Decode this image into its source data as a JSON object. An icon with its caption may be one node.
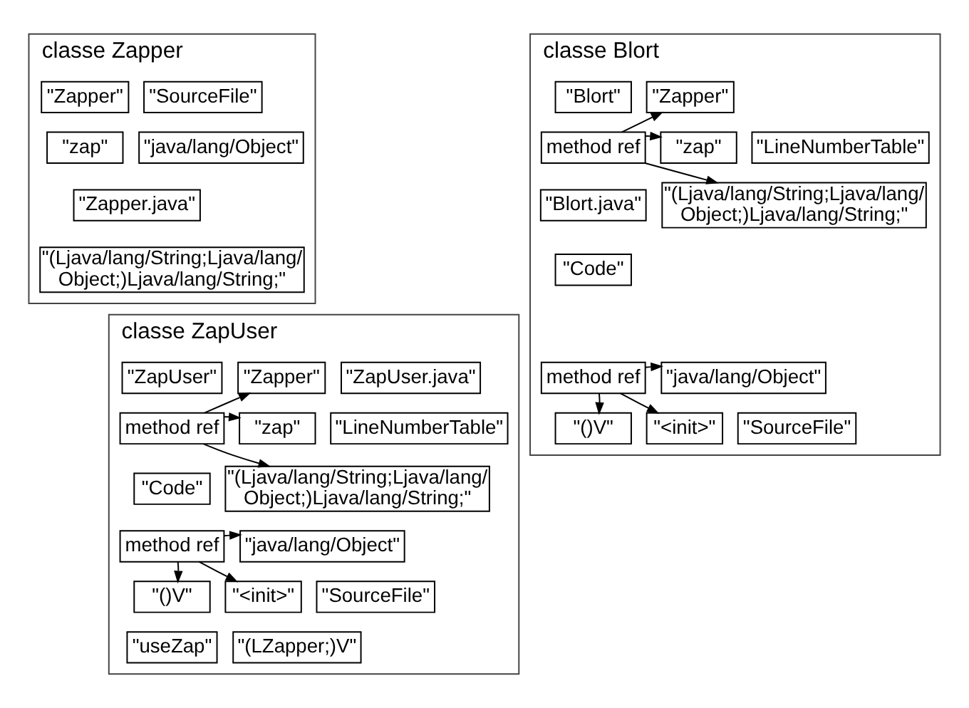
{
  "diagram": {
    "nodes": [
      {
        "text": [
          "classe Zapper"
        ]
      },
      {
        "text": [
          "\"Zapper\""
        ],
        "in": 0
      },
      {
        "text": [
          "\"SourceFile\""
        ],
        "in": 0
      },
      {
        "text": [
          "\"zap\""
        ],
        "in": 0
      },
      {
        "text": [
          "\"java/lang/Object\""
        ],
        "in": 0
      },
      {
        "text": [
          "\"Zapper.java\""
        ],
        "in": 0
      },
      {
        "text": [
          "\"(Ljava/lang/String;Ljava/lang/ Object;)Ljava/lang/String;\""
        ],
        "in": 0
      },
      {
        "text": [
          "classe Blort"
        ]
      },
      {
        "text": [
          "\"Blort\""
        ],
        "in": 7
      },
      {
        "text": [
          "\"Zapper\""
        ],
        "in": 7
      },
      {
        "text": [
          "method ref"
        ],
        "in": 7
      },
      {
        "text": [
          "\"zap\""
        ],
        "in": 7
      },
      {
        "text": [
          "\"LineNumberTable\""
        ],
        "in": 7
      },
      {
        "text": [
          "\"Blort.java\""
        ],
        "in": 7
      },
      {
        "text": [
          "\"(Ljava/lang/String;Ljava/lang/ Object;)Ljava/lang/String;\""
        ],
        "in": 7
      },
      {
        "text": [
          "\"Code\""
        ],
        "in": 7
      },
      {
        "text": [
          "method ref"
        ],
        "in": 7
      },
      {
        "text": [
          "\"java/lang/Object\""
        ],
        "in": 7
      },
      {
        "text": [
          "\"<init>\""
        ],
        "in": 7
      },
      {
        "text": [
          "\"SourceFile\""
        ],
        "in": 7
      },
      {
        "text": [
          "\"()V\""
        ],
        "in": 7
      },
      {
        "text": [
          "classe ZapUser"
        ]
      },
      {
        "text": [
          "\"ZapUser\""
        ],
        "in": 21
      },
      {
        "text": [
          "\"Zapper\""
        ],
        "in": 21
      },
      {
        "text": [
          "\"ZapUser.java\""
        ],
        "in": 21
      },
      {
        "text": [
          "method ref"
        ],
        "in": 21
      },
      {
        "text": [
          "\"zap\""
        ],
        "in": 21
      },
      {
        "text": [
          "\"LineNumberTable\""
        ],
        "in": 21
      },
      {
        "text": [
          "\"(Ljava/lang/String;Ljava/lang/ Object;)Ljava/lang/String;\""
        ],
        "in": 21
      },
      {
        "text": [
          "\"Code\""
        ],
        "in": 21
      },
      {
        "text": [
          "method ref"
        ],
        "in": 21
      },
      {
        "text": [
          "\"java/lang/Object\""
        ],
        "in": 21
      },
      {
        "text": [
          "\"<init>\""
        ],
        "in": 21
      },
      {
        "text": [
          "\"SourceFile\""
        ],
        "in": 21
      },
      {
        "text": [
          "\"()V\""
        ],
        "in": 21
      },
      {
        "text": [
          "\"useZap\""
        ],
        "in": 21
      },
      {
        "text": [
          "\"(LZapper;)V\""
        ],
        "in": 21
      }
    ],
    "edges": [
      {
        "from": 10,
        "to": 9,
        "arrow": "to"
      },
      {
        "from": 10,
        "to": 11,
        "arrow": "to"
      },
      {
        "from": 10,
        "to": 14,
        "arrow": "to"
      },
      {
        "from": 16,
        "to": 17,
        "arrow": "to"
      },
      {
        "from": 16,
        "to": 18,
        "arrow": "to"
      },
      {
        "from": 16,
        "to": 20,
        "arrow": "to"
      },
      {
        "from": 25,
        "to": 23,
        "arrow": "to"
      },
      {
        "from": 25,
        "to": 26,
        "arrow": "to"
      },
      {
        "from": 25,
        "to": 28,
        "arrow": "to"
      },
      {
        "from": 30,
        "to": 31,
        "arrow": "to"
      },
      {
        "from": 30,
        "to": 32,
        "arrow": "to"
      },
      {
        "from": 30,
        "to": 34,
        "arrow": "to"
      }
    ]
  }
}
